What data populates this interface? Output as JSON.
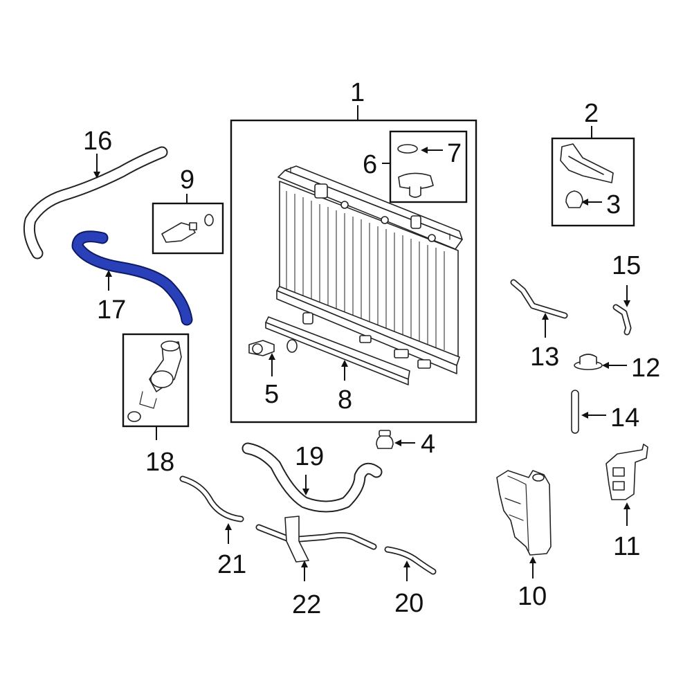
{
  "callouts": {
    "c1": "1",
    "c2": "2",
    "c3": "3",
    "c4": "4",
    "c5": "5",
    "c6": "6",
    "c7": "7",
    "c8": "8",
    "c9": "9",
    "c10": "10",
    "c11": "11",
    "c12": "12",
    "c13": "13",
    "c14": "14",
    "c15": "15",
    "c16": "16",
    "c17": "17",
    "c18": "18",
    "c19": "19",
    "c20": "20",
    "c21": "21",
    "c22": "22"
  },
  "colors": {
    "highlight_fill": "#2a40b8",
    "highlight_outline": "#0d1a66",
    "line": "#111111"
  }
}
